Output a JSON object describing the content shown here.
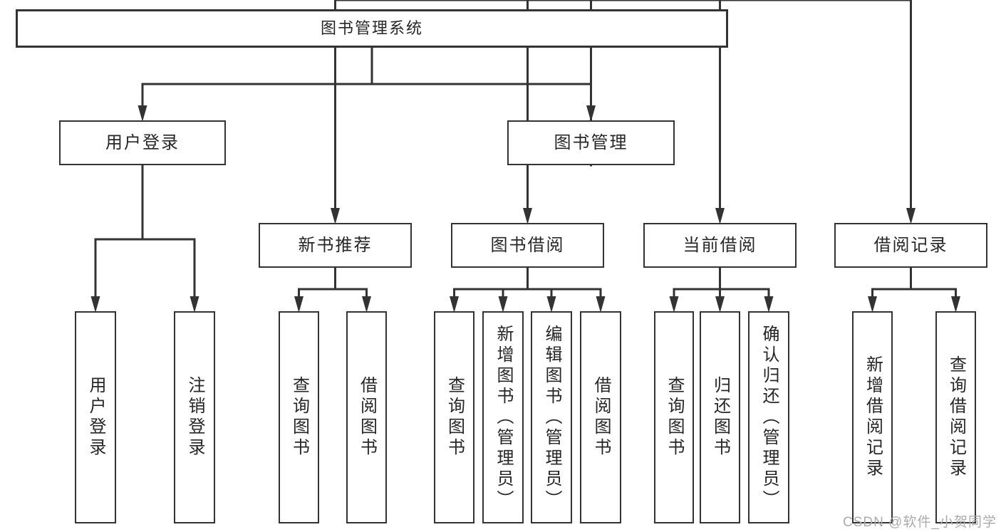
{
  "diagram": {
    "title": "图书管理系统",
    "nodes": [
      {
        "id": "root",
        "label": "图书管理系统",
        "parent": null,
        "orientation": "horizontal"
      },
      {
        "id": "user-login-group",
        "label": "用户登录",
        "parent": "root",
        "orientation": "horizontal"
      },
      {
        "id": "book-mgmt",
        "label": "图书管理",
        "parent": "root",
        "orientation": "horizontal"
      },
      {
        "id": "new-book-rec",
        "label": "新书推荐",
        "parent": "book-mgmt",
        "orientation": "horizontal"
      },
      {
        "id": "book-borrow",
        "label": "图书借阅",
        "parent": "book-mgmt",
        "orientation": "horizontal"
      },
      {
        "id": "current-borrow",
        "label": "当前借阅",
        "parent": "book-mgmt",
        "orientation": "horizontal"
      },
      {
        "id": "borrow-records",
        "label": "借阅记录",
        "parent": "book-mgmt",
        "orientation": "horizontal"
      },
      {
        "id": "user-login",
        "label": "用户登录",
        "parent": "user-login-group",
        "orientation": "vertical"
      },
      {
        "id": "logout",
        "label": "注销登录",
        "parent": "user-login-group",
        "orientation": "vertical"
      },
      {
        "id": "rec-query-books",
        "label": "查询图书",
        "parent": "new-book-rec",
        "orientation": "vertical"
      },
      {
        "id": "rec-borrow-books",
        "label": "借阅图书",
        "parent": "new-book-rec",
        "orientation": "vertical"
      },
      {
        "id": "bb-query-books",
        "label": "查询图书",
        "parent": "book-borrow",
        "orientation": "vertical"
      },
      {
        "id": "bb-add-books",
        "label": "新增图书（管理员）",
        "parent": "book-borrow",
        "orientation": "vertical"
      },
      {
        "id": "bb-edit-books",
        "label": "编辑图书（管理员）",
        "parent": "book-borrow",
        "orientation": "vertical"
      },
      {
        "id": "bb-borrow-books",
        "label": "借阅图书",
        "parent": "book-borrow",
        "orientation": "vertical"
      },
      {
        "id": "cb-query-books",
        "label": "查询图书",
        "parent": "current-borrow",
        "orientation": "vertical"
      },
      {
        "id": "cb-return-books",
        "label": "归还图书",
        "parent": "current-borrow",
        "orientation": "vertical"
      },
      {
        "id": "cb-confirm-return",
        "label": "确认归还（管理员）",
        "parent": "current-borrow",
        "orientation": "vertical"
      },
      {
        "id": "br-add-record",
        "label": "新增借阅记录",
        "parent": "borrow-records",
        "orientation": "vertical"
      },
      {
        "id": "br-query-record",
        "label": "查询借阅记录",
        "parent": "borrow-records",
        "orientation": "vertical"
      }
    ]
  },
  "watermark": {
    "text": "CSDN @软件_小贺同学"
  },
  "colors": {
    "line": "#333333",
    "box_bg": "#ffffff",
    "text": "#262626",
    "watermark": "#ababab"
  }
}
